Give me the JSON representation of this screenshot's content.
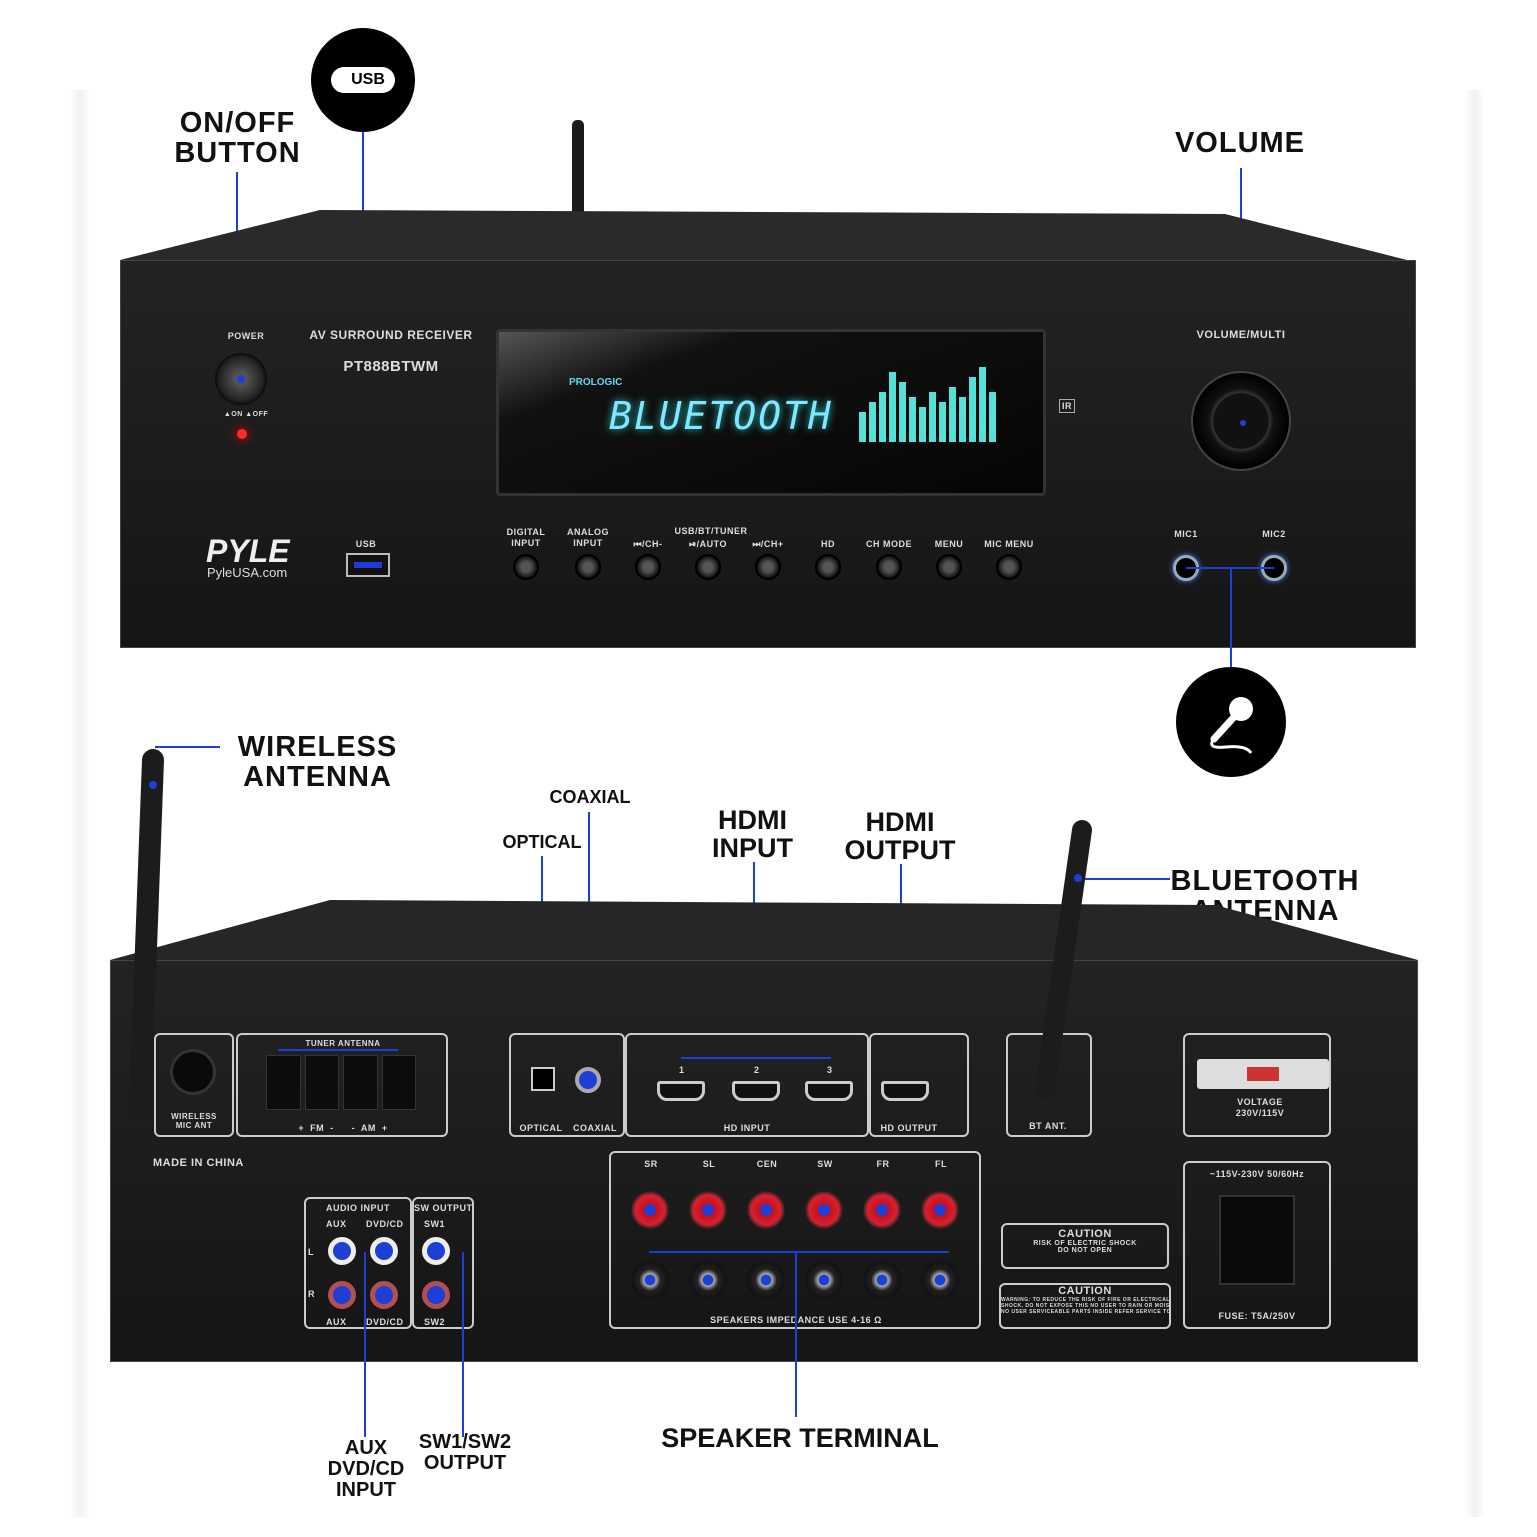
{
  "callouts": {
    "on_off": [
      "ON/OFF",
      "BUTTON"
    ],
    "volume": "VOLUME",
    "wireless_antenna": [
      "WIRELESS",
      "ANTENNA"
    ],
    "coaxial": "COAXIAL",
    "optical": "OPTICAL",
    "hdmi_input": [
      "HDMI",
      "INPUT"
    ],
    "hdmi_output": [
      "HDMI",
      "OUTPUT"
    ],
    "bluetooth_antenna": [
      "BLUETOOTH",
      "ANTENNA"
    ],
    "aux_input": [
      "AUX",
      "DVD/CD",
      "INPUT"
    ],
    "sw_output": [
      "SW1/SW2",
      "OUTPUT"
    ],
    "speaker_terminal": "SPEAKER TERMINAL"
  },
  "icons": {
    "usb": "USB",
    "mic": "microphone-icon"
  },
  "front": {
    "power_label": "POWER",
    "on_off_small": "▲ON ▲OFF",
    "title": "AV SURROUND RECEIVER",
    "model": "PT888BTWM",
    "display_mode": "PROLOGIC",
    "display_text": "BLUETOOTH",
    "brand": "PYLE",
    "brand_url": "PyleUSA.com",
    "usb_label": "USB",
    "volume_label": "VOLUME/MULTI",
    "group_label": "USB/BT/TUNER",
    "buttons": [
      [
        "DIGITAL",
        "INPUT"
      ],
      [
        "ANALOG",
        "INPUT"
      ],
      [
        "⏮/CH-",
        ""
      ],
      [
        "⏯/AUTO",
        ""
      ],
      [
        "⏭/CH+",
        ""
      ],
      [
        "HD",
        ""
      ],
      [
        "CH MODE",
        ""
      ],
      [
        "MENU",
        ""
      ],
      [
        "MIC MENU",
        ""
      ]
    ],
    "mic1": "MIC1",
    "mic2": "MIC2",
    "ir": "IR"
  },
  "rear": {
    "wireless_mic_ant": [
      "WIRELESS",
      "MIC ANT"
    ],
    "tuner_antenna": "TUNER ANTENNA",
    "fm_am": "+  FM  -      -  AM  +",
    "made_in": "MADE IN CHINA",
    "optical": "OPTICAL",
    "coaxial": "COAXIAL",
    "hd_input": "HD INPUT",
    "hd_nums": [
      "1",
      "2",
      "3"
    ],
    "hd_output": "HD OUTPUT",
    "bt_ant": "BT ANT.",
    "voltage": [
      "VOLTAGE",
      "230V/115V"
    ],
    "audio_input": "AUDIO INPUT",
    "sw_output": "SW OUTPUT",
    "aux": "AUX",
    "dvd_cd": "DVD/CD",
    "sw1": "SW1",
    "sw2": "SW2",
    "l": "L",
    "r": "R",
    "speaker_channels": [
      "SR",
      "SL",
      "CEN",
      "SW",
      "FR",
      "FL"
    ],
    "speaker_impedance": "SPEAKERS IMPEDANCE USE 4-16 Ω",
    "caution1": [
      "CAUTION",
      "RISK OF ELECTRIC SHOCK",
      "DO NOT OPEN"
    ],
    "caution2": [
      "CAUTION",
      "WARNING: TO REDUCE THE RISK OF FIRE OR ELECTRICAL",
      "SHOCK, DO NOT EXPOSE THIS NO USER TO RAIN OR MOISTURE",
      "NO USER SERVICEABLE PARTS INSIDE REFER SERVICE TO QUALIFIED"
    ],
    "power_rating": "~115V-230V 50/60Hz",
    "fuse": "FUSE: T5A/250V"
  }
}
